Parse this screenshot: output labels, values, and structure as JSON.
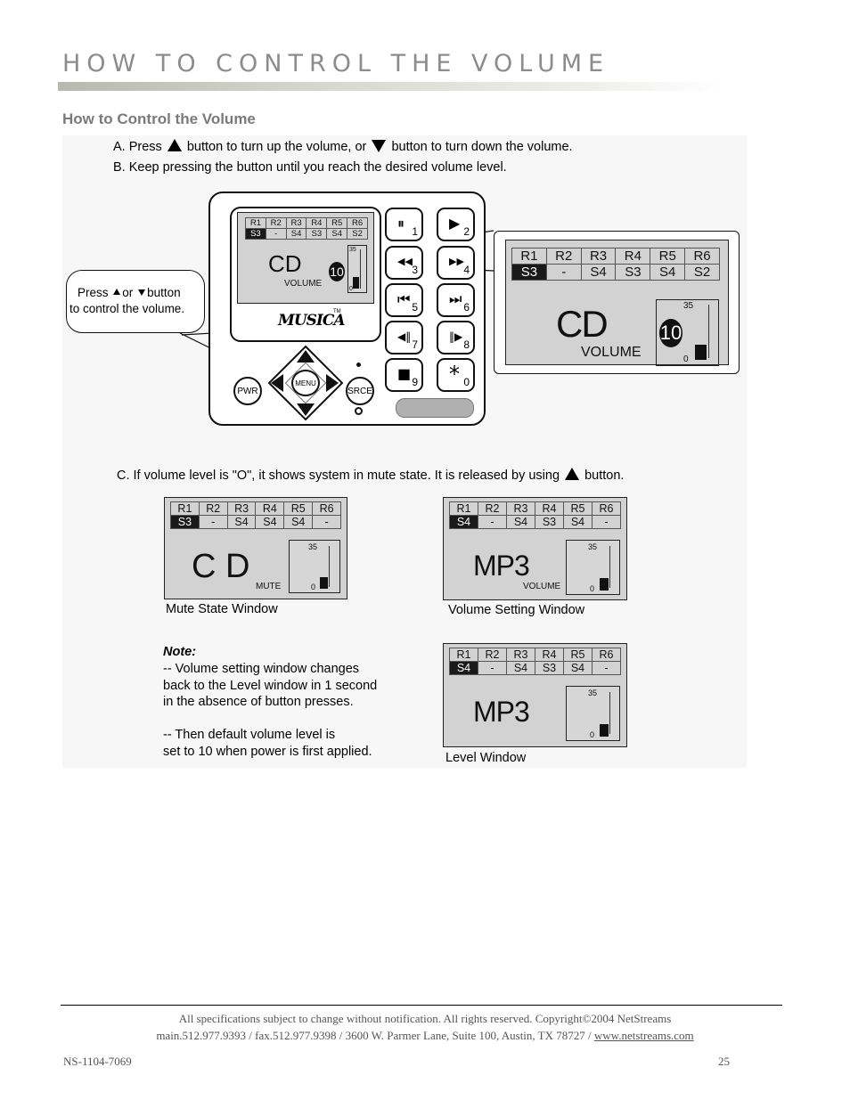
{
  "header": {
    "title": "HOW TO CONTROL THE VOLUME"
  },
  "section": {
    "heading": "How to Control the Volume"
  },
  "steps": {
    "a_prefix": "A. Press",
    "a_middle": "button to turn up the volume, or",
    "a_suffix": "button to turn down the volume.",
    "b": "B. Keep pressing the button until you reach the desired volume level.",
    "c_prefix": "C. If volume level is \"O\", it shows system in mute state.  It is released by using",
    "c_suffix": "button."
  },
  "callout": {
    "press": "Press",
    "or": "or",
    "button": "button",
    "line2": "to control the volume."
  },
  "remote": {
    "brand": "MUSICA",
    "trademark": "TM",
    "buttons": {
      "pwr": "PWR",
      "menu": "MENU",
      "srce": "SRCE"
    },
    "keys": [
      {
        "glyph": "⏸",
        "num": "1"
      },
      {
        "glyph": "▶",
        "num": "2"
      },
      {
        "glyph": "◀◀",
        "num": "3"
      },
      {
        "glyph": "▶▶",
        "num": "4"
      },
      {
        "glyph": "⏮",
        "num": "5"
      },
      {
        "glyph": "⏭",
        "num": "6"
      },
      {
        "glyph": "◀‖",
        "num": "7"
      },
      {
        "glyph": "‖▶",
        "num": "8"
      },
      {
        "glyph": "■",
        "num": "9"
      },
      {
        "glyph": "*",
        "num": "0"
      }
    ]
  },
  "displays": {
    "remote_lcd": {
      "rooms": [
        "R1",
        "R2",
        "R3",
        "R4",
        "R5",
        "R6"
      ],
      "sources": [
        "S3",
        "-",
        "S4",
        "S3",
        "S4",
        "S2"
      ],
      "source": "CD",
      "mode": "VOLUME",
      "level": "10",
      "max": "35",
      "min": "0",
      "fill_fraction": 0.29
    },
    "zoom_lcd": {
      "rooms": [
        "R1",
        "R2",
        "R3",
        "R4",
        "R5",
        "R6"
      ],
      "sources": [
        "S3",
        "-",
        "S4",
        "S3",
        "S4",
        "S2"
      ],
      "source": "CD",
      "mode": "VOLUME",
      "level": "10",
      "max": "35",
      "min": "0",
      "fill_fraction": 0.29
    },
    "mute": {
      "rooms": [
        "R1",
        "R2",
        "R3",
        "R4",
        "R5",
        "R6"
      ],
      "sources": [
        "S3",
        "-",
        "S4",
        "S4",
        "S4",
        "-"
      ],
      "source": "C D",
      "mode": "MUTE",
      "level": "10",
      "max": "35",
      "min": "0",
      "fill_fraction": 0.29,
      "caption": "Mute State Window"
    },
    "volume_setting": {
      "rooms": [
        "R1",
        "R2",
        "R3",
        "R4",
        "R5",
        "R6"
      ],
      "sources": [
        "S4",
        "-",
        "S4",
        "S3",
        "S4",
        "-"
      ],
      "source": "MP3",
      "mode": "VOLUME",
      "level": "10",
      "max": "35",
      "min": "0",
      "fill_fraction": 0.29,
      "caption": "Volume Setting Window"
    },
    "level": {
      "rooms": [
        "R1",
        "R2",
        "R3",
        "R4",
        "R5",
        "R6"
      ],
      "sources": [
        "S4",
        "-",
        "S4",
        "S3",
        "S4",
        "-"
      ],
      "source": "MP3",
      "mode": "",
      "level": "10",
      "max": "35",
      "min": "0",
      "fill_fraction": 0.29,
      "caption": "Level Window"
    }
  },
  "note": {
    "title": "Note:",
    "lines": [
      "-- Volume setting window changes",
      "back to the Level window in 1 second",
      "in the absence of button presses.",
      "-- Then default volume level is",
      "set to 10 when power is first applied."
    ]
  },
  "footer": {
    "line1": "All specifications subject to change without notification.  All rights reserved.  Copyright©2004 NetStreams",
    "line2_prefix": "main.512.977.9393 / fax.512.977.9398 / 3600 W. Parmer Lane, Suite 100, Austin, TX 78727 / ",
    "link": "www.netstreams.com",
    "doc_number": "NS-1104-7069",
    "page_number": "25"
  }
}
